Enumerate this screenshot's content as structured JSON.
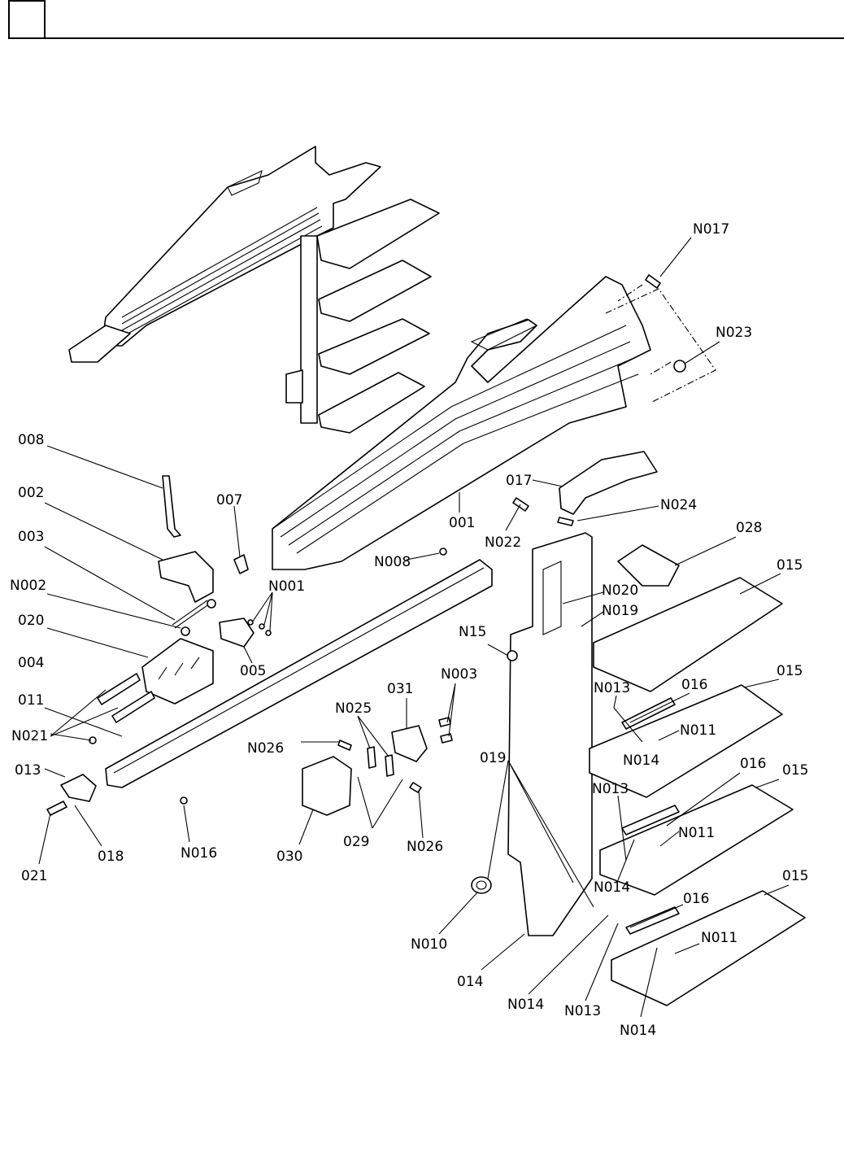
{
  "header": {
    "box_text": ""
  },
  "labels": {
    "N017": "N017",
    "N023": "N023",
    "008": "008",
    "002": "002",
    "003": "003",
    "007": "007",
    "N002": "N002",
    "N001": "N001",
    "020": "020",
    "005": "005",
    "004": "004",
    "011": "011",
    "N021": "N021",
    "013": "013",
    "018": "018",
    "021": "021",
    "N016": "N016",
    "017": "017",
    "N024": "N024",
    "001": "001",
    "N022": "N022",
    "028": "028",
    "N008": "N008",
    "N020": "N020",
    "N019": "N019",
    "015a": "015",
    "015b": "015",
    "015c": "015",
    "015d": "015",
    "N15": "N15",
    "N003": "N003",
    "031": "031",
    "N025": "N025",
    "N026a": "N026",
    "N026b": "N026",
    "030": "030",
    "029": "029",
    "N013a": "N013",
    "016a": "016",
    "N011a": "N011",
    "N014a": "N014",
    "019": "019",
    "016b": "016",
    "N013b": "N013",
    "N011b": "N011",
    "N014b": "N014",
    "016c": "016",
    "N011c": "N011",
    "N010": "N010",
    "014": "014",
    "N014c": "N014",
    "N013c": "N013",
    "N014d": "N014"
  }
}
